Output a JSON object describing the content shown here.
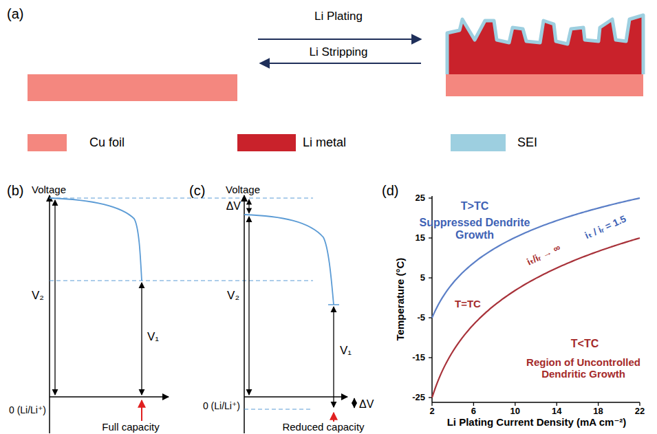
{
  "diagram": {
    "labels": [
      "(a)",
      "Li Plating",
      "Li Stripping",
      "(b)",
      "Voltage",
      "V₂",
      "V₁",
      "0 (Li/Li⁺)",
      "Full capacity",
      "(c)",
      "Voltage",
      "ΔV",
      "V₂",
      "V₁",
      "0 (Li/Li⁺)",
      "ΔV",
      "Reduced capacity",
      "(d)",
      "Temperature (°C)",
      "Li Plating Current Density (mA cm⁻²)",
      "25",
      "15",
      "5",
      "-5",
      "-15",
      "-25",
      "2",
      "6",
      "10",
      "14",
      "18",
      "22",
      "T>TC",
      "Suppressed Dendrite Growth",
      "iₜ / iᵣ = 1.5",
      "iₜ/iᵣ → ∞",
      "T=TC",
      "T<TC",
      "Region of Uncontrolled Dendritic Growth"
    ],
    "legend": [
      {
        "text": "Cu foil",
        "color": "#f4877f"
      },
      {
        "text": "Li metal",
        "color": "#c9222b"
      },
      {
        "text": "SEI",
        "color": "#9dcfe0"
      }
    ]
  }
}
